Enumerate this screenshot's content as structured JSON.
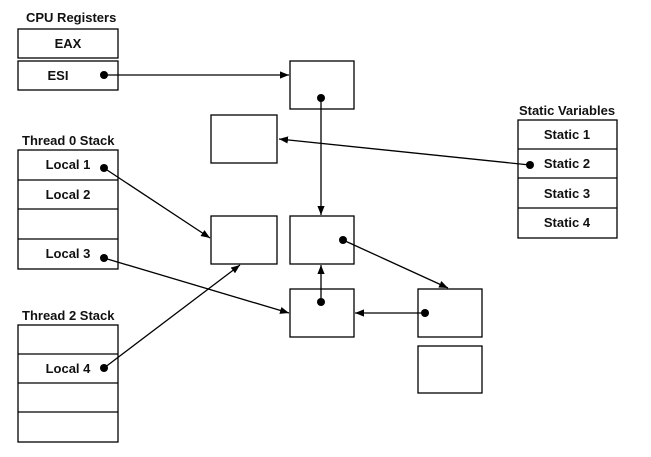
{
  "cpu_registers": {
    "title": "CPU Registers",
    "items": [
      "EAX",
      "ESI"
    ]
  },
  "thread0_stack": {
    "title": "Thread 0 Stack",
    "items": [
      "Local 1",
      "Local 2",
      "",
      "Local 3"
    ]
  },
  "thread2_stack": {
    "title": "Thread 2 Stack",
    "items": [
      "",
      "Local 4",
      "",
      ""
    ]
  },
  "static_variables": {
    "title": "Static Variables",
    "items": [
      "Static 1",
      "Static 2",
      "Static 3",
      "Static 4"
    ]
  }
}
